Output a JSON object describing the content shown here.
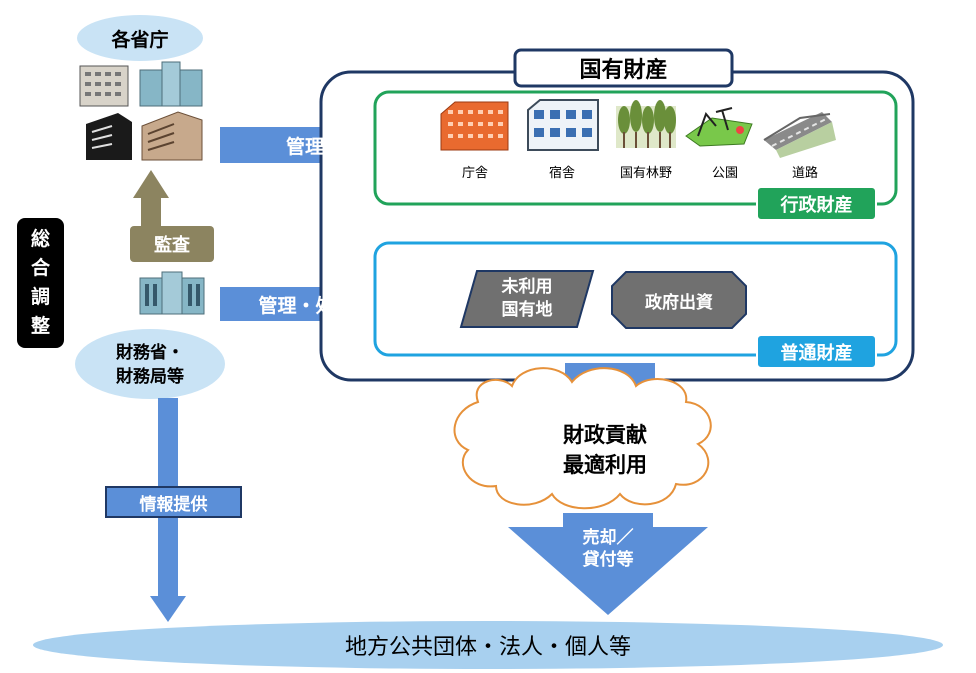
{
  "ministries_label": "各省庁",
  "comprehensive_coordination": "総\n合\n調\n整",
  "audit_label": "監査",
  "mof_label": "財務省・\n財務局等",
  "info_label": "情報提供",
  "management_label": "管理",
  "management_disposal_label": "管理・処分",
  "national_property_title": "国有財産",
  "administrative_property": {
    "label": "行政財産",
    "items": [
      "庁舎",
      "宿舎",
      "国有林野",
      "公園",
      "道路"
    ]
  },
  "ordinary_property": {
    "label": "普通財産",
    "items": [
      "未利用\n国有地",
      "政府出資"
    ]
  },
  "contribution_label": "財政貢献\n最適利用",
  "sale_label": "売却／\n貸付等",
  "recipients_label": "地方公共団体・法人・個人等",
  "colors": {
    "navy": "#1f3864",
    "green": "#21a35a",
    "light_blue": "#1fa3e0",
    "arrow_blue": "#5b8fd8",
    "olive": "#8c8460",
    "cloud_orange": "#e6913a",
    "ellipse_blue": "#a8d0ef"
  }
}
